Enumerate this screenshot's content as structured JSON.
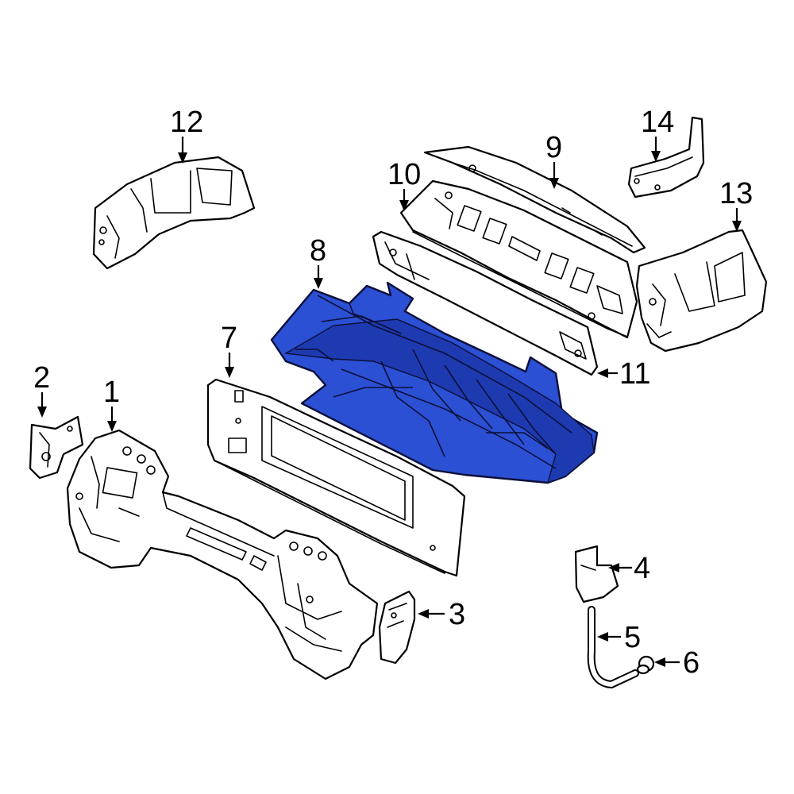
{
  "highlight_color": "#2b50d4",
  "callouts": {
    "c1": "1",
    "c2": "2",
    "c3": "3",
    "c4": "4",
    "c5": "5",
    "c6": "6",
    "c7": "7",
    "c8": "8",
    "c9": "9",
    "c10": "10",
    "c11": "11",
    "c12": "12",
    "c13": "13",
    "c14": "14"
  }
}
